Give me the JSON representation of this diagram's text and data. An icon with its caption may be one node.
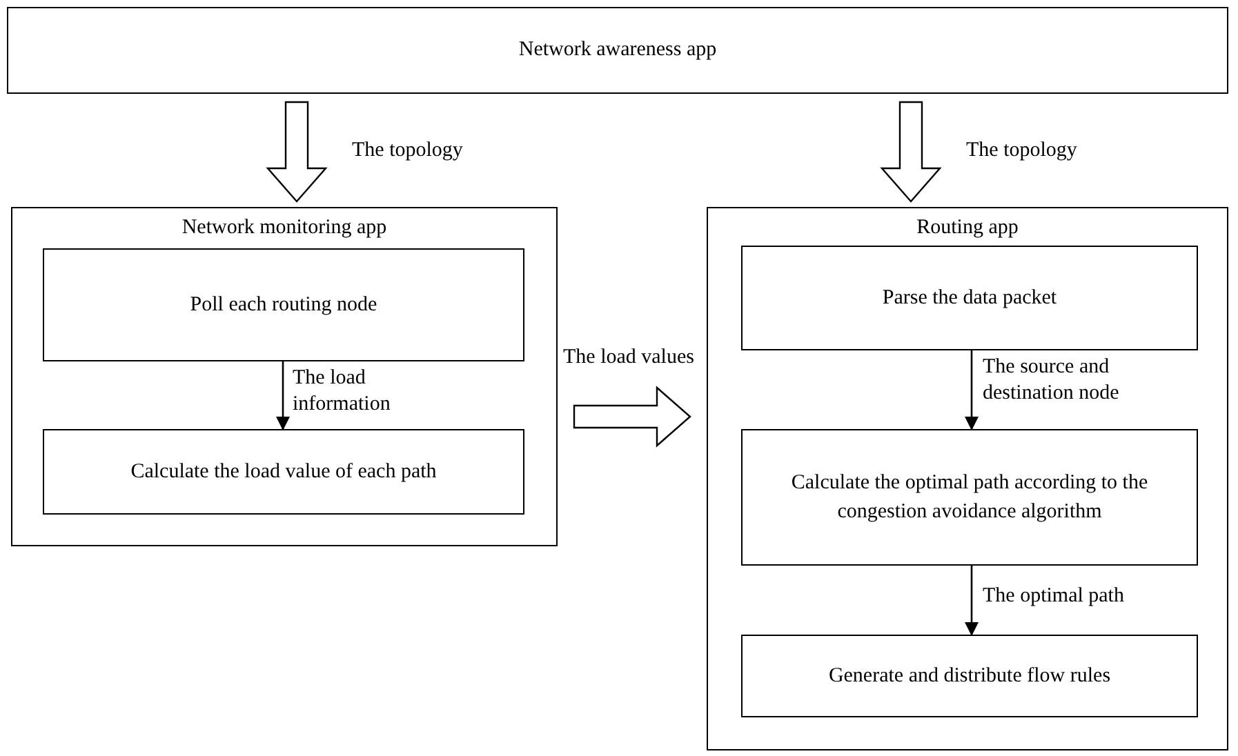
{
  "diagram": {
    "nodes": [
      {
        "text": [
          "Network awareness app"
        ]
      },
      {
        "text": [
          "Network monitoring app"
        ]
      },
      {
        "text": [
          "Poll each routing node"
        ],
        "in": 1
      },
      {
        "text": [
          "Calculate the load value of each path"
        ],
        "in": 1
      },
      {
        "text": [
          "Routing app"
        ]
      },
      {
        "text": [
          "Parse the data packet"
        ],
        "in": 4
      },
      {
        "text": [
          "Calculate the optimal path according to the congestion avoidance algorithm"
        ],
        "in": 4
      },
      {
        "text": [
          "Generate and distribute flow rules"
        ],
        "in": 4
      }
    ],
    "edges": [
      {
        "from": 0,
        "to": 1,
        "arrow": "to",
        "label": "The topology",
        "style": "thick"
      },
      {
        "from": 0,
        "to": 4,
        "arrow": "to",
        "label": "The topology",
        "style": "thick"
      },
      {
        "from": 2,
        "to": 3,
        "arrow": "to",
        "label": "The load information"
      },
      {
        "from": 1,
        "to": 4,
        "arrow": "to",
        "label": "The load values",
        "style": "thick"
      },
      {
        "from": 5,
        "to": 6,
        "arrow": "to",
        "label": "The source and destination node"
      },
      {
        "from": 6,
        "to": 7,
        "arrow": "to",
        "label": "The optimal path"
      }
    ]
  }
}
